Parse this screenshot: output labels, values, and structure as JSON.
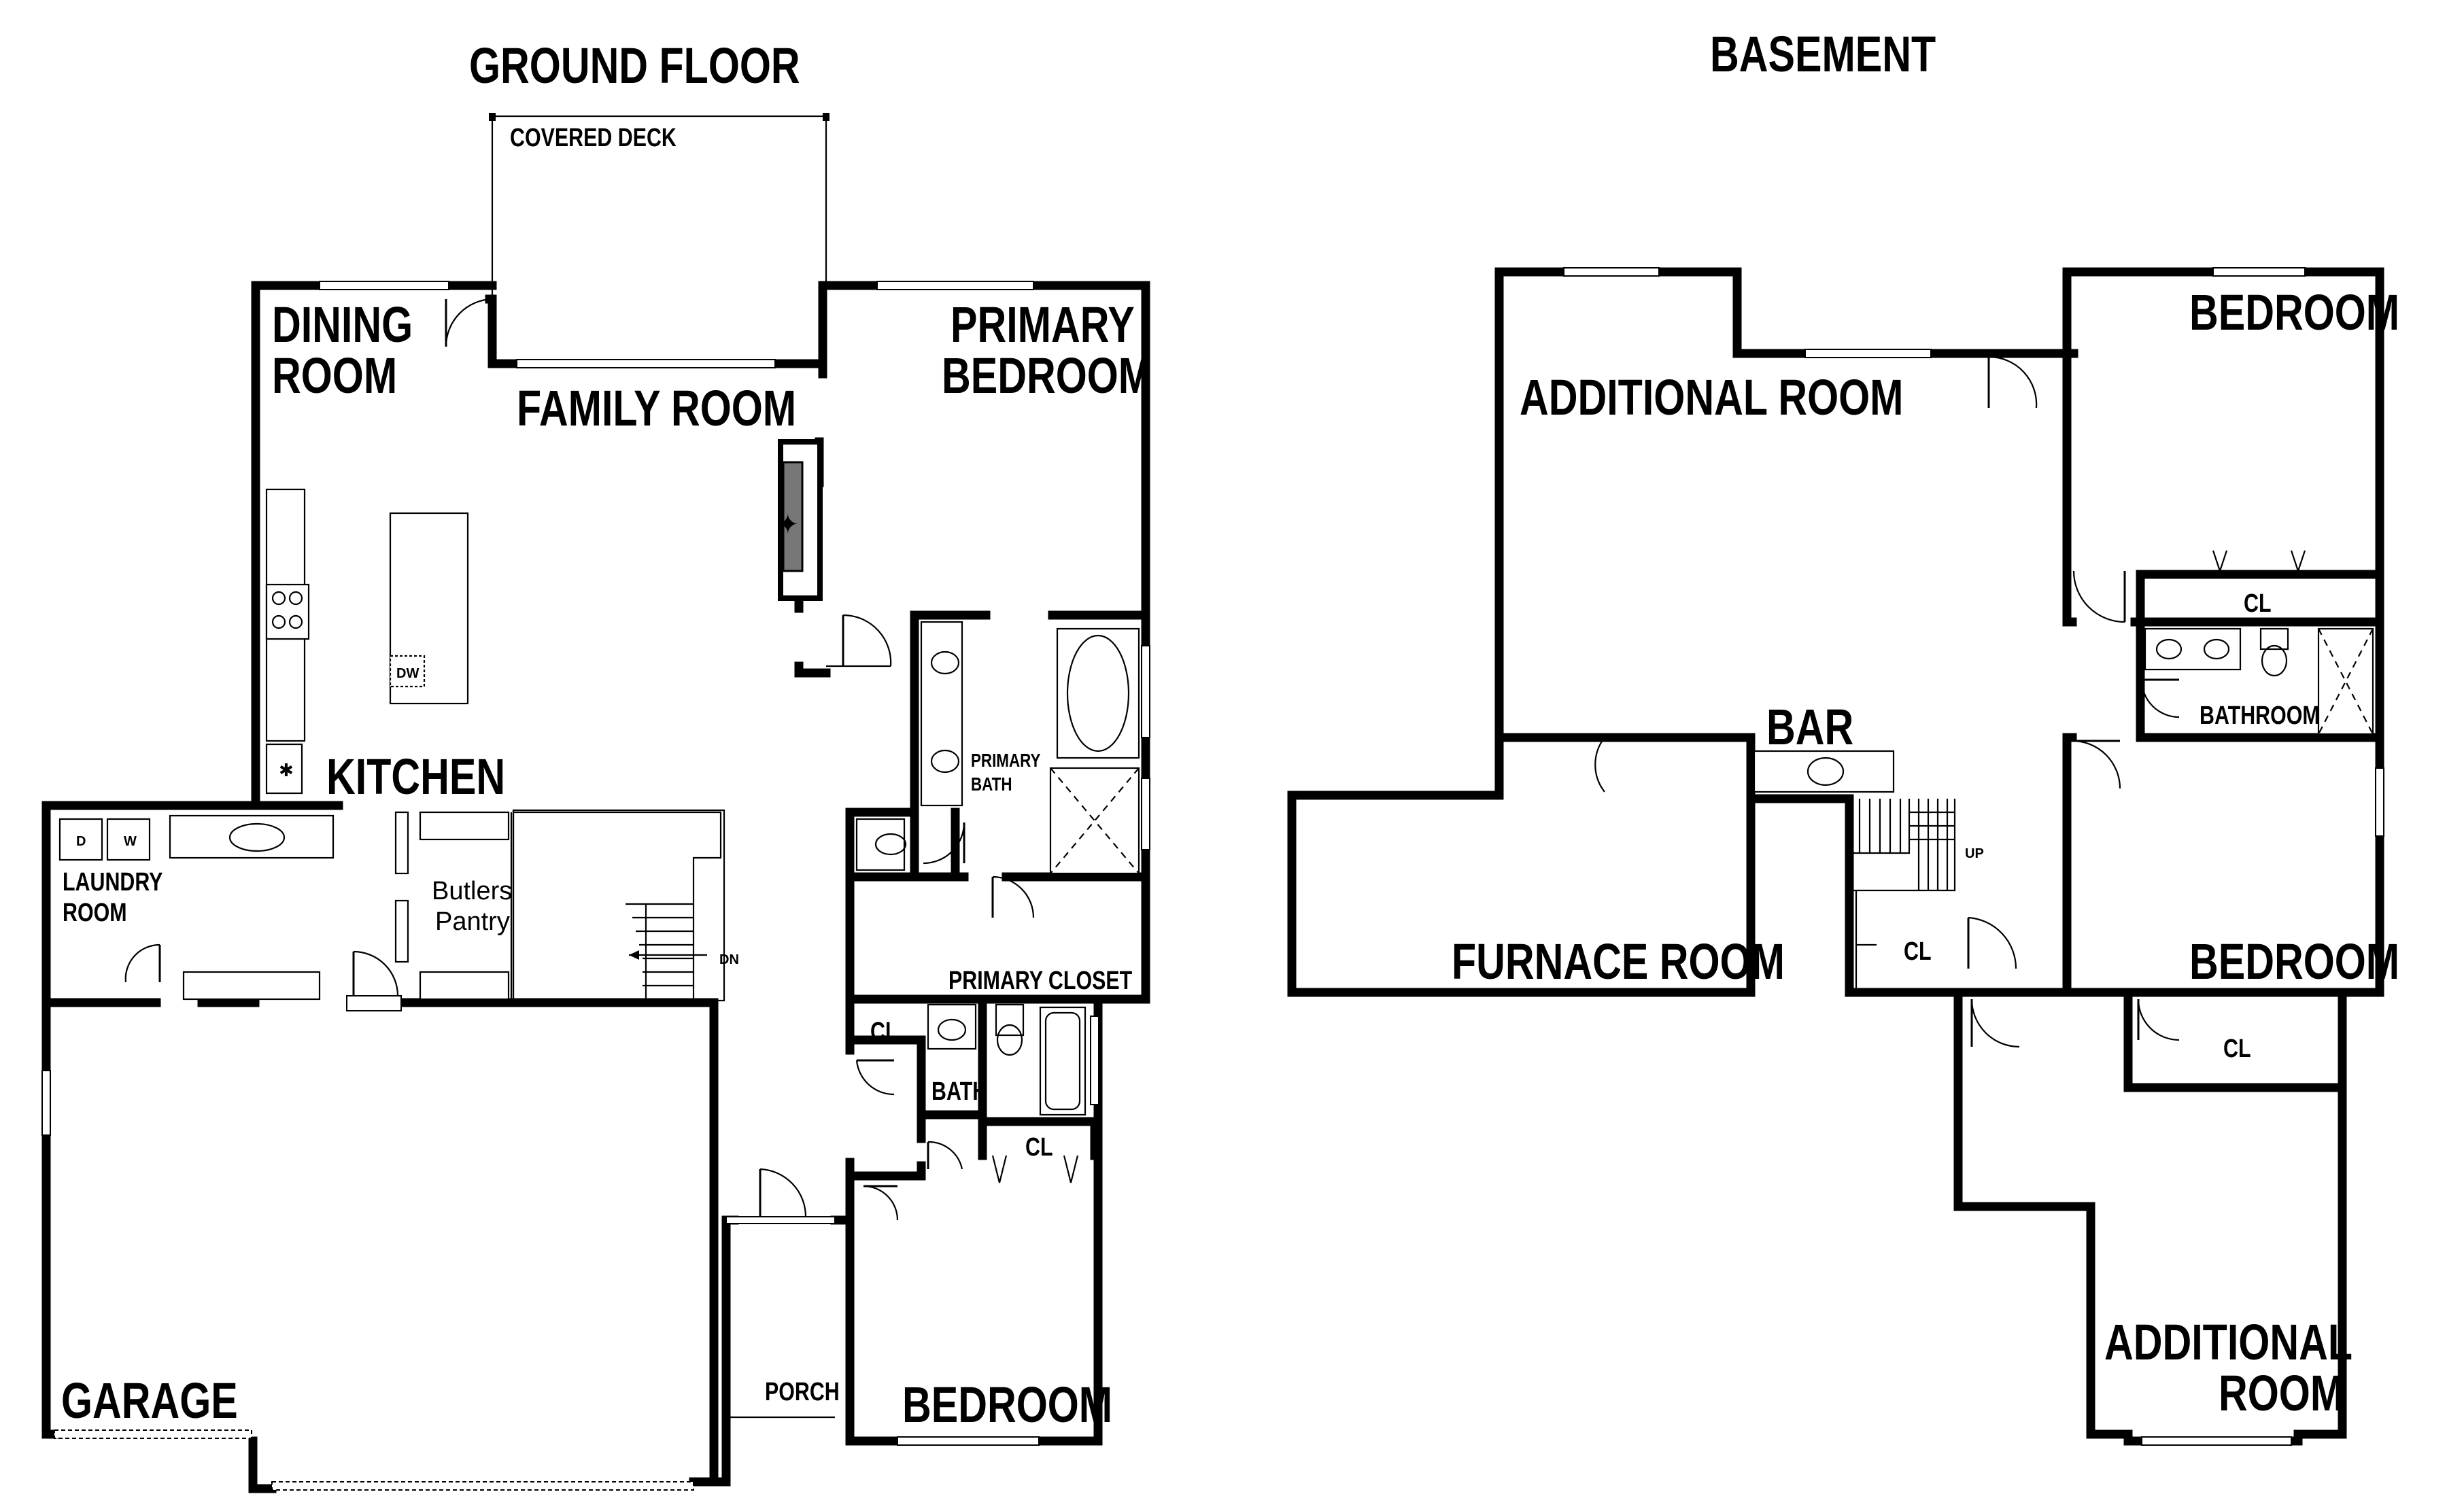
{
  "titles": {
    "ground_floor": "GROUND FLOOR",
    "basement": "BASEMENT"
  },
  "ground_floor": {
    "covered_deck": "COVERED DECK",
    "dining_room_line1": "DINING",
    "dining_room_line2": "ROOM",
    "family_room": "FAMILY ROOM",
    "primary_bedroom_line1": "PRIMARY",
    "primary_bedroom_line2": "BEDROOM",
    "kitchen": "KITCHEN",
    "dishwasher": "DW",
    "primary_bath_line1": "PRIMARY",
    "primary_bath_line2": "BATH",
    "washer_d": "D",
    "washer_w": "W",
    "laundry_line1": "LAUNDRY",
    "laundry_line2": "ROOM",
    "butlers_line1": "Butlers",
    "butlers_line2": "Pantry",
    "stairs_down": "DN",
    "primary_closet": "PRIMARY CLOSET",
    "closet_1": "CL",
    "bath": "BATH",
    "closet_2": "CL",
    "garage": "GARAGE",
    "porch": "PORCH",
    "bedroom": "BEDROOM"
  },
  "basement": {
    "additional_room_top": "ADDITIONAL ROOM",
    "bedroom_top": "BEDROOM",
    "closet_top": "CL",
    "bathroom": "BATHROOM",
    "bar": "BAR",
    "stairs_up": "UP",
    "closet_stairs": "CL",
    "furnace_room": "FURNACE ROOM",
    "bedroom_bottom": "BEDROOM",
    "closet_bottom": "CL",
    "additional_room_bottom_line1": "ADDITIONAL",
    "additional_room_bottom_line2": "ROOM"
  }
}
